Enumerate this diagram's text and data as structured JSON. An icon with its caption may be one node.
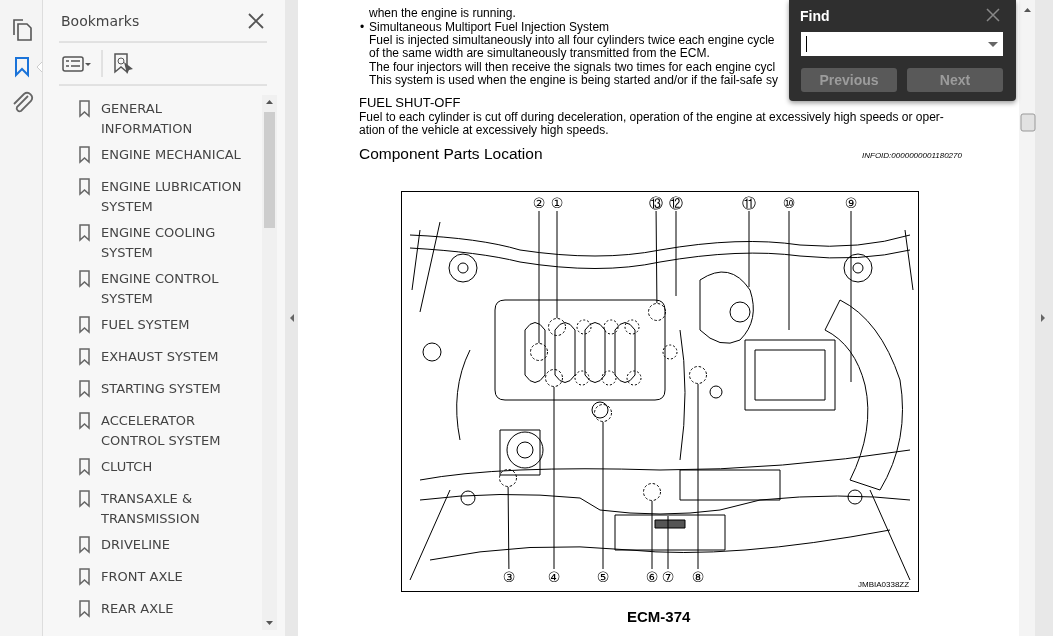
{
  "diagram": {
    "nodes": [
      {
        "text": [
          "②"
        ]
      },
      {
        "text": [
          "①"
        ]
      },
      {
        "text": [
          "⑬"
        ]
      },
      {
        "text": [
          "⑫"
        ]
      },
      {
        "text": [
          "⑪"
        ]
      },
      {
        "text": [
          "⑩"
        ]
      },
      {
        "text": [
          "⑨"
        ]
      },
      {
        "text": [
          "③"
        ]
      },
      {
        "text": [
          "④"
        ]
      },
      {
        "text": [
          "⑤"
        ]
      },
      {
        "text": [
          "⑥"
        ]
      },
      {
        "text": [
          "⑦"
        ]
      },
      {
        "text": [
          "⑧"
        ]
      },
      {
        "text": [],
        "shape": "circle"
      },
      {
        "text": [],
        "shape": "circle"
      },
      {
        "text": [],
        "shape": "circle"
      },
      {
        "text": [],
        "shape": "circle"
      },
      {
        "text": [],
        "shape": "circle"
      },
      {
        "text": [],
        "shape": "circle"
      },
      {
        "text": [],
        "shape": "circle"
      },
      {
        "text": [],
        "shape": "circle"
      }
    ],
    "edges": [
      {
        "from": 0,
        "to": 14,
        "arrow": "none"
      },
      {
        "from": 1,
        "to": 16,
        "arrow": "none"
      },
      {
        "from": 2,
        "to": 19,
        "arrow": "none"
      },
      {
        "from": 3,
        "to": null,
        "arrow": "none"
      },
      {
        "from": 4,
        "to": null,
        "arrow": "none"
      },
      {
        "from": 5,
        "to": null,
        "arrow": "none"
      },
      {
        "from": 6,
        "to": null,
        "arrow": "none"
      },
      {
        "from": 7,
        "to": 13,
        "arrow": "none"
      },
      {
        "from": 8,
        "to": 15,
        "arrow": "none"
      },
      {
        "from": 9,
        "to": 17,
        "arrow": "none"
      },
      {
        "from": 10,
        "to": 18,
        "arrow": "none"
      },
      {
        "from": 11,
        "to": null,
        "arrow": "none"
      },
      {
        "from": 12,
        "to": 20,
        "arrow": "none"
      }
    ],
    "labels": [
      "Bookmarks",
      "GENERAL INFORMATION",
      "ENGINE MECHANICAL",
      "ENGINE LUBRICATION SYSTEM",
      "ENGINE COOLING SYSTEM",
      "ENGINE CONTROL SYSTEM",
      "FUEL SYSTEM",
      "EXHAUST SYSTEM",
      "STARTING SYSTEM",
      "ACCELERATOR CONTROL SYSTEM",
      "CLUTCH",
      "TRANSAXLE & TRANSMISSION",
      "DRIVELINE",
      "FRONT AXLE",
      "REAR AXLE",
      "when the engine is running.",
      "•",
      "Simultaneous Multiport Fuel Injection System",
      "Fuel is injected simultaneously into all four cylinders twice each engine cycle",
      "of the same width are simultaneously transmitted from the ECM.",
      "The four injectors will then receive the signals two times for each engine cycl",
      "This system is used when the engine is being started and/or if the fail-safe sy",
      "FUEL SHUT-OFF",
      "Fuel to each cylinder is cut off during deceleration, operation of the engine at excessively high speeds or oper-",
      "ation of the vehicle at excessively high speeds.",
      "Component Parts Location",
      "INFOID:0000000001180270",
      "Find",
      "Previous",
      "Next",
      "JMBIA0338ZZ",
      "ECM-374"
    ]
  }
}
